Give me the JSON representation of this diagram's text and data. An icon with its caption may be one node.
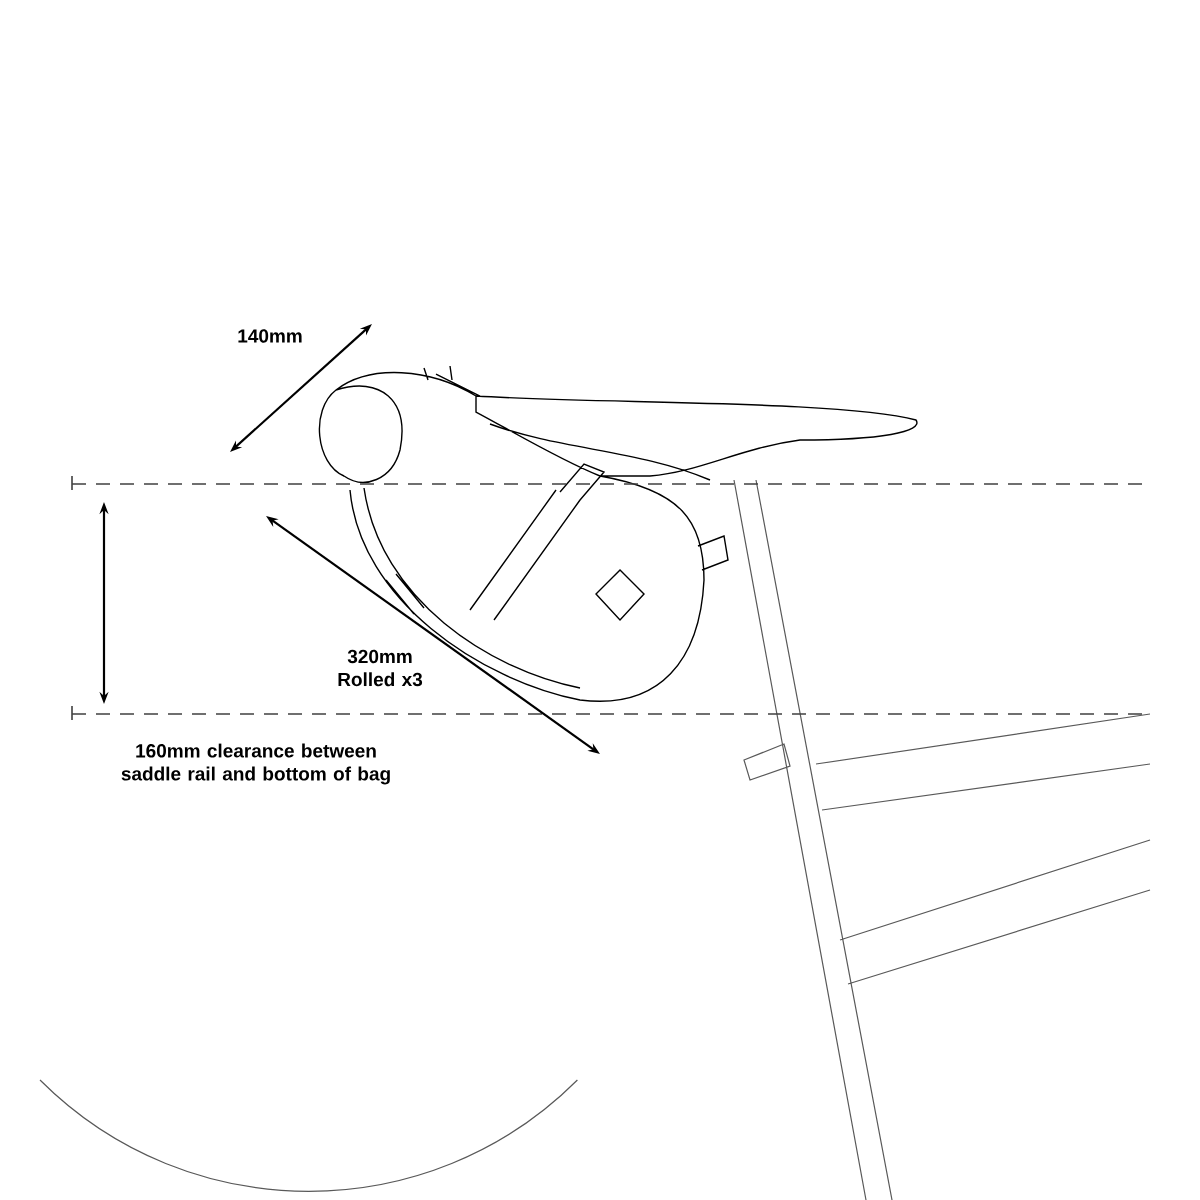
{
  "diagram": {
    "labels": [
      "140mm",
      "320mm Rolled x3",
      "160mm clearance between saddle rail and bottom of bag"
    ]
  }
}
